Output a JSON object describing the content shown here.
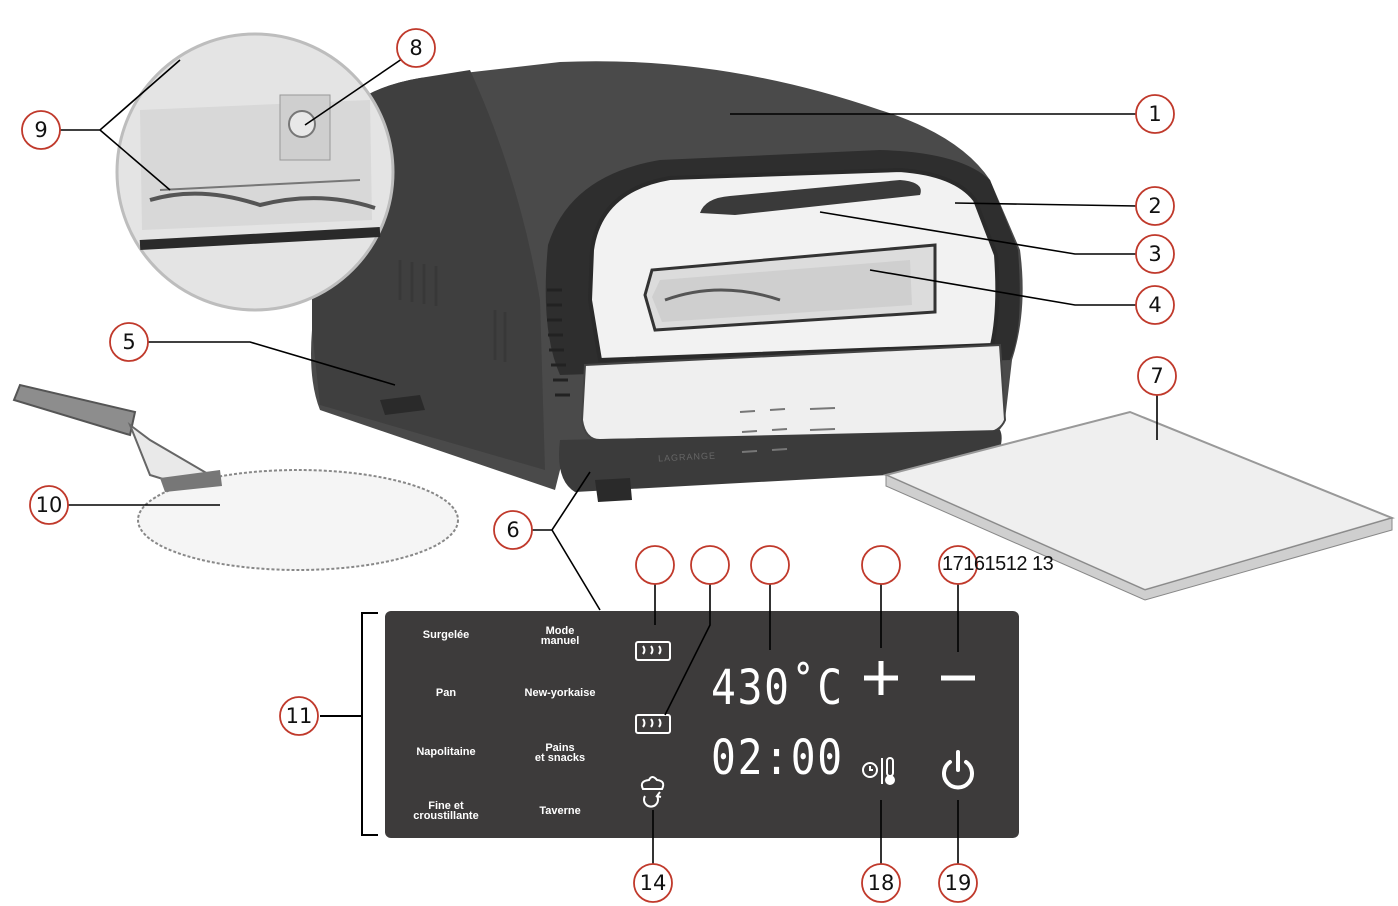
{
  "callouts": {
    "c1": "1",
    "c2": "2",
    "c3": "3",
    "c4": "4",
    "c5": "5",
    "c6": "6",
    "c7": "7",
    "c8": "8",
    "c9": "9",
    "c10": "10",
    "c11": "11",
    "c14": "14",
    "c18": "18",
    "c19": "19"
  },
  "unlabeled_row": "17161512 13",
  "brand": "LAGRANGE",
  "panel": {
    "modes": {
      "m1": "Surgelée",
      "m2": "Mode\nmanuel",
      "m3": "Pan",
      "m4": "New-yorkaise",
      "m5": "Napolitaine",
      "m6": "Pains\net snacks",
      "m7": "Fine et\ncroustillante",
      "m8": "Taverne"
    },
    "temperature": "430˚C",
    "time": "02:00"
  },
  "colors": {
    "callout_ring": "#c0392b",
    "oven_body": "#4a4a4a",
    "panel_bg": "#3d3b3b",
    "leader": "#000000"
  },
  "icons": [
    "heat-upper-icon",
    "heat-lower-icon",
    "chef-hat-cycle-icon",
    "plus-icon",
    "minus-icon",
    "clock-thermometer-icon",
    "power-icon"
  ]
}
